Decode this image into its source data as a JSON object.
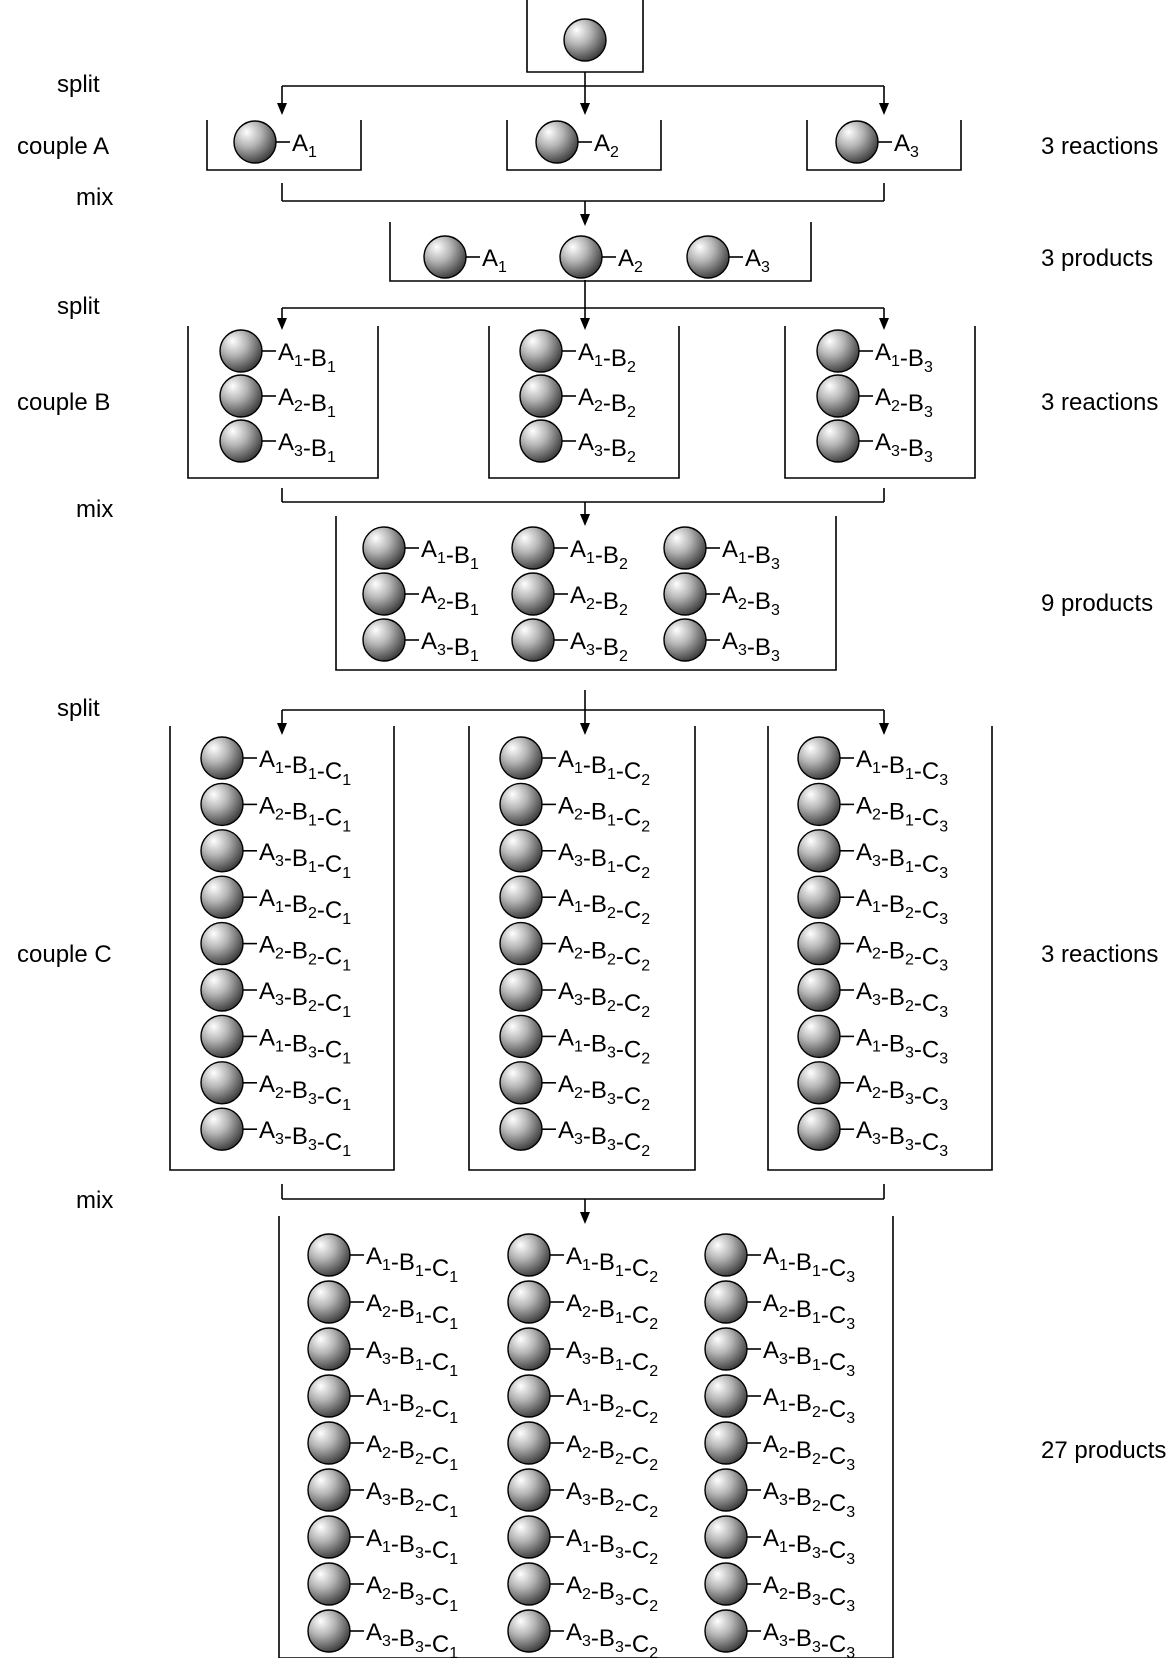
{
  "steps": {
    "split_1": "split",
    "couple_a": "couple A",
    "mix_1": "mix",
    "split_2": "split",
    "couple_b": "couple B",
    "mix_2": "mix",
    "split_3": "split",
    "couple_c": "couple C",
    "mix_3": "mix"
  },
  "counts": {
    "couple_a": "3 reactions",
    "mix_1": "3 products",
    "couple_b": "3 reactions",
    "mix_2": "9 products",
    "couple_c": "3 reactions",
    "mix_3": "27 products"
  },
  "stage_a": {
    "vessels": [
      [
        "A|1"
      ],
      [
        "A|2"
      ],
      [
        "A|3"
      ]
    ]
  },
  "stage_a_mixed": {
    "columns": [
      [
        "A|1"
      ],
      [
        "A|2"
      ],
      [
        "A|3"
      ]
    ]
  },
  "stage_b": {
    "vessels": [
      [
        "A|1-B|1",
        "A|2-B|1",
        "A|3-B|1"
      ],
      [
        "A|1-B|2",
        "A|2-B|2",
        "A|3-B|2"
      ],
      [
        "A|1-B|3",
        "A|2-B|3",
        "A|3-B|3"
      ]
    ]
  },
  "stage_b_mixed": {
    "columns": [
      [
        "A|1-B|1",
        "A|2-B|1",
        "A|3-B|1"
      ],
      [
        "A|1-B|2",
        "A|2-B|2",
        "A|3-B|2"
      ],
      [
        "A|1-B|3",
        "A|2-B|3",
        "A|3-B|3"
      ]
    ]
  },
  "stage_c": {
    "vessels": [
      [
        "A|1-B|1-C|1",
        "A|2-B|1-C|1",
        "A|3-B|1-C|1",
        "A|1-B|2-C|1",
        "A|2-B|2-C|1",
        "A|3-B|2-C|1",
        "A|1-B|3-C|1",
        "A|2-B|3-C|1",
        "A|3-B|3-C|1"
      ],
      [
        "A|1-B|1-C|2",
        "A|2-B|1-C|2",
        "A|3-B|1-C|2",
        "A|1-B|2-C|2",
        "A|2-B|2-C|2",
        "A|3-B|2-C|2",
        "A|1-B|3-C|2",
        "A|2-B|3-C|2",
        "A|3-B|3-C|2"
      ],
      [
        "A|1-B|1-C|3",
        "A|2-B|1-C|3",
        "A|3-B|1-C|3",
        "A|1-B|2-C|3",
        "A|2-B|2-C|3",
        "A|3-B|2-C|3",
        "A|1-B|3-C|3",
        "A|2-B|3-C|3",
        "A|3-B|3-C|3"
      ]
    ]
  },
  "stage_c_mixed": {
    "columns": [
      [
        "A|1-B|1-C|1",
        "A|2-B|1-C|1",
        "A|3-B|1-C|1",
        "A|1-B|2-C|1",
        "A|2-B|2-C|1",
        "A|3-B|2-C|1",
        "A|1-B|3-C|1",
        "A|2-B|3-C|1",
        "A|3-B|3-C|1"
      ],
      [
        "A|1-B|1-C|2",
        "A|2-B|1-C|2",
        "A|3-B|1-C|2",
        "A|1-B|2-C|2",
        "A|2-B|2-C|2",
        "A|3-B|2-C|2",
        "A|1-B|3-C|2",
        "A|2-B|3-C|2",
        "A|3-B|3-C|2"
      ],
      [
        "A|1-B|1-C|3",
        "A|2-B|1-C|3",
        "A|3-B|1-C|3",
        "A|1-B|2-C|3",
        "A|2-B|2-C|3",
        "A|3-B|2-C|3",
        "A|1-B|3-C|3",
        "A|2-B|3-C|3",
        "A|3-B|3-C|3"
      ]
    ]
  },
  "colors": {
    "line": "#000000",
    "bead_highlight": "#ffffff",
    "bead_mid": "#b4b4b4",
    "bead_shadow": "#3a3a3a"
  }
}
